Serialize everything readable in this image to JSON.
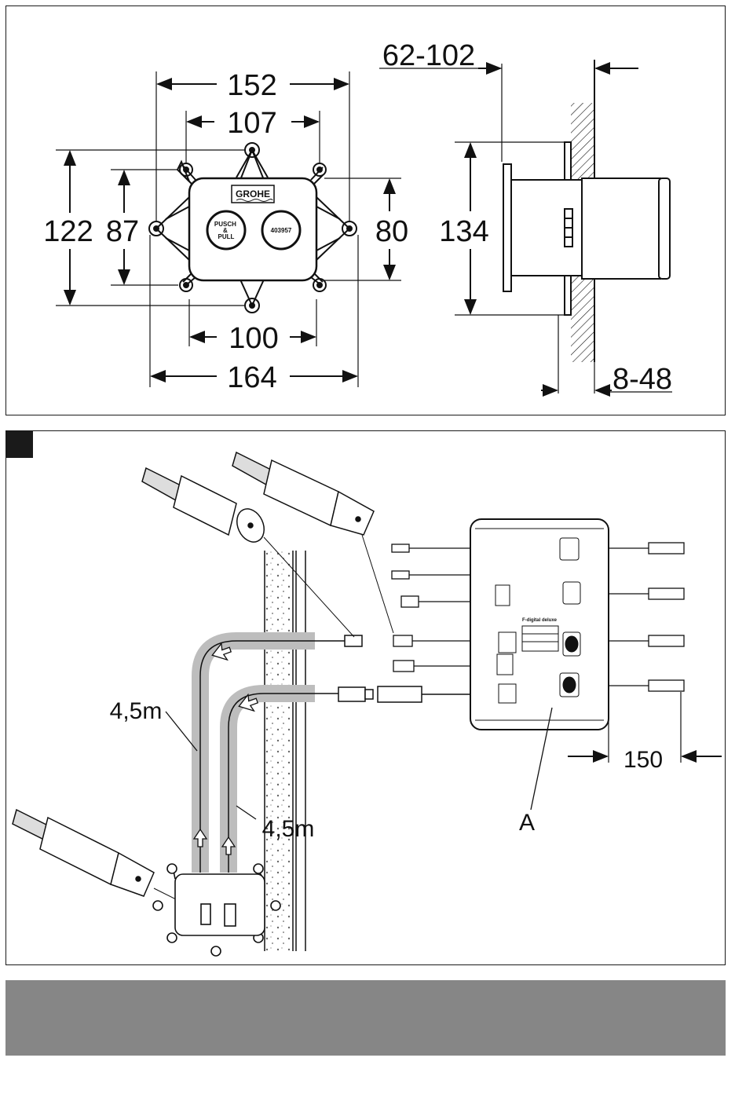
{
  "top_drawing": {
    "dims": {
      "d152": "152",
      "d107": "107",
      "d122": "122",
      "d87": "87",
      "d80": "80",
      "d100": "100",
      "d164": "164",
      "d134": "134",
      "d62_102": "62-102",
      "d8_48": "8-48"
    },
    "brand": "GROHE",
    "button_left": [
      "PUSCH",
      "&",
      "PULL"
    ],
    "button_right": "403957"
  },
  "install_drawing": {
    "cable_length_1": "4,5m",
    "cable_length_2": "4,5m",
    "dim_150": "150",
    "label_a": "A",
    "module_title": "F-digital deluxe"
  },
  "colors": {
    "line": "#111111",
    "cable_sleeve": "#bdbdbd",
    "footer_band": "#868686"
  }
}
